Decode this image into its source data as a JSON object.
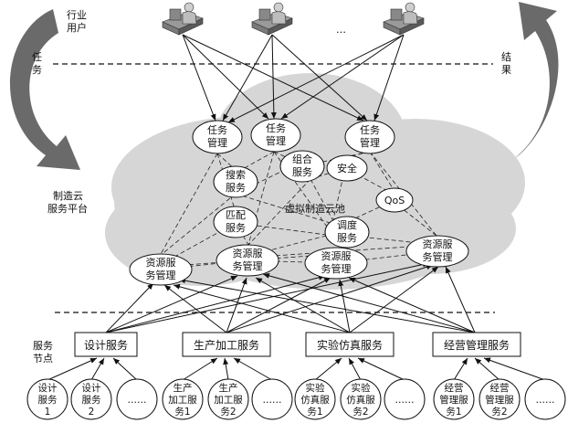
{
  "labels": {
    "users": [
      "行业",
      "用户"
    ],
    "task": [
      "任",
      "务"
    ],
    "result": [
      "结",
      "果"
    ],
    "platform": [
      "制造云",
      "服务平台"
    ],
    "pool": "虚拟制造云池",
    "nodes": [
      "服务",
      "节点"
    ],
    "ellipsis_users": "…"
  },
  "task_mgmt": [
    [
      "任务",
      "管理"
    ],
    [
      "任务",
      "管理"
    ],
    [
      "任务",
      "管理"
    ]
  ],
  "cloud_nodes": {
    "search": [
      "搜索",
      "服务"
    ],
    "compose": [
      "组合",
      "服务"
    ],
    "security": "安全",
    "qos": "QoS",
    "match": [
      "匹配",
      "服务"
    ],
    "schedule": [
      "调度",
      "服务"
    ]
  },
  "resource_mgmt": [
    [
      "资源服",
      "务管理"
    ],
    [
      "资源服",
      "务管理"
    ],
    [
      "资源服",
      "务管理"
    ],
    [
      "资源服",
      "务管理"
    ]
  ],
  "service_boxes": [
    "设计服务",
    "生产加工服务",
    "实验仿真服务",
    "经营管理服务"
  ],
  "leaves": [
    [
      "设计",
      "服务",
      "1"
    ],
    [
      "设计",
      "服务",
      "2"
    ],
    [
      "……"
    ],
    [
      "生产",
      "加工服",
      "务1"
    ],
    [
      "生产",
      "加工服",
      "务2"
    ],
    [
      "……"
    ],
    [
      "实验",
      "仿真服",
      "务1"
    ],
    [
      "实验",
      "仿真服",
      "务2"
    ],
    [
      "……"
    ],
    [
      "经营",
      "管理服",
      "务1"
    ],
    [
      "经营",
      "管理服",
      "务2"
    ],
    [
      "……"
    ]
  ],
  "colors": {
    "cloud": "#d6d6d6",
    "arrow": "#6a6a6a",
    "ellipse_fill": "#ffffff",
    "line": "#111111"
  }
}
